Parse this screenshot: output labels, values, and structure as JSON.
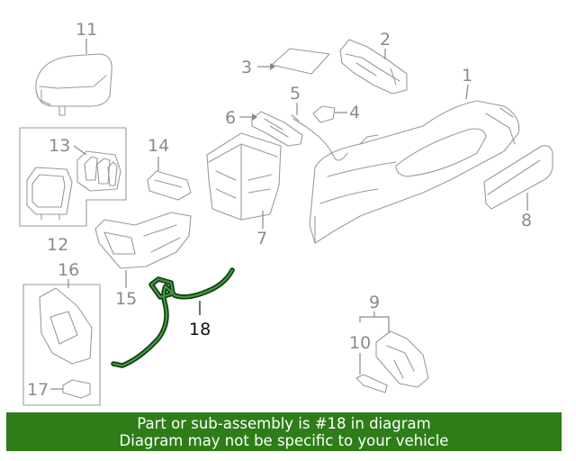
{
  "diagram": {
    "callouts": [
      "1",
      "2",
      "3",
      "4",
      "5",
      "6",
      "7",
      "8",
      "9",
      "10",
      "11",
      "12",
      "13",
      "14",
      "15",
      "16",
      "17",
      "18"
    ],
    "highlighted_part": "18",
    "colors": {
      "part_lines": "#9a9a9a",
      "labels": "#8a8a8a",
      "highlight_label": "#111111",
      "harness": "#3f9a3f",
      "harness_outline": "#123a12"
    }
  },
  "banner": {
    "line1": "Part or sub-assembly is #18 in diagram",
    "line2": "Diagram may not be specific to your vehicle",
    "background": "#2e7d18",
    "text_color": "#ffffff"
  }
}
